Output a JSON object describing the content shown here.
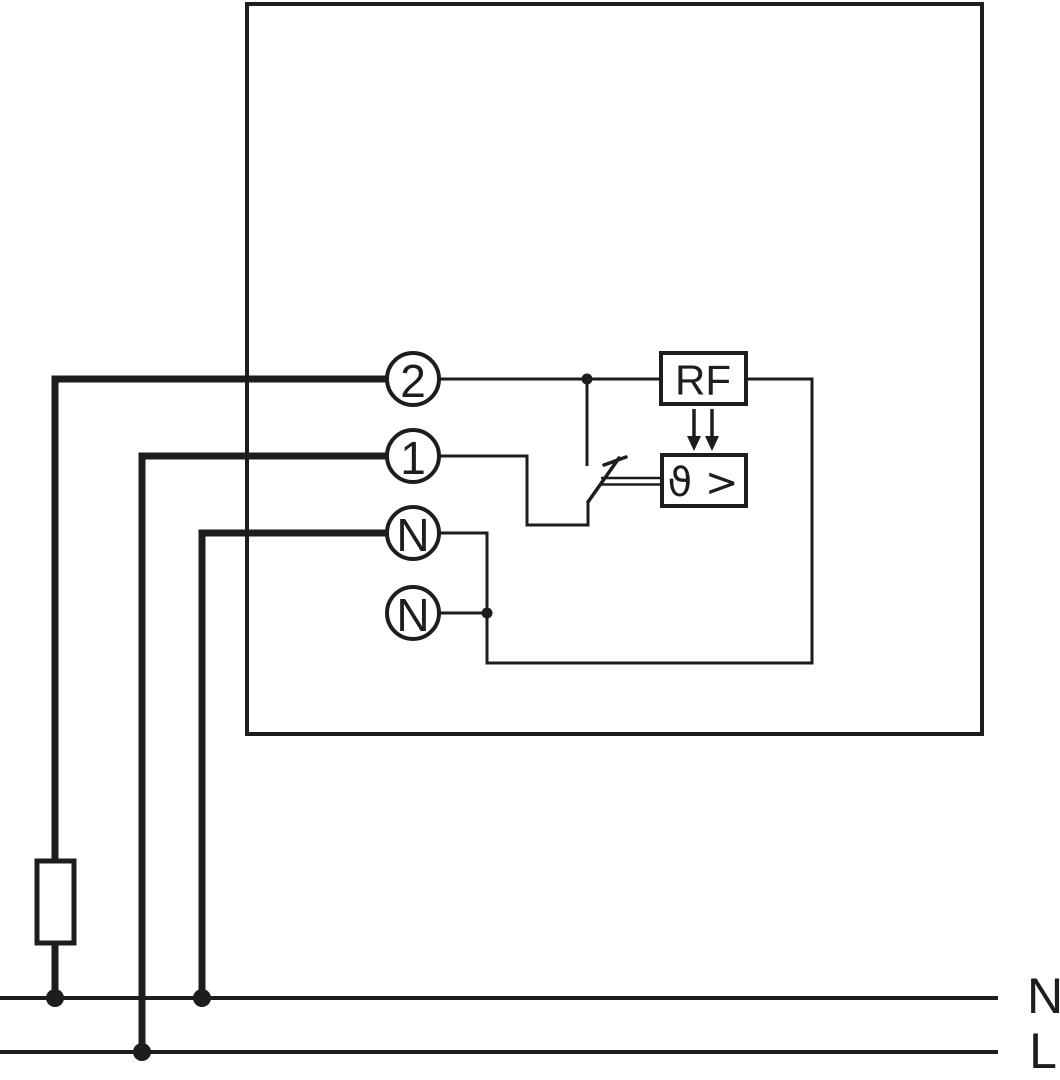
{
  "diagram": {
    "terminals": [
      {
        "label": "2"
      },
      {
        "label": "1"
      },
      {
        "label": "N"
      },
      {
        "label": "N"
      }
    ],
    "rf_module": {
      "label": "RF"
    },
    "thermostat": {
      "label": "ϑ >"
    },
    "bus": {
      "neutral": "N",
      "line": "L"
    },
    "colors": {
      "ink": "#1d1d1b",
      "background": "#ffffff"
    }
  }
}
